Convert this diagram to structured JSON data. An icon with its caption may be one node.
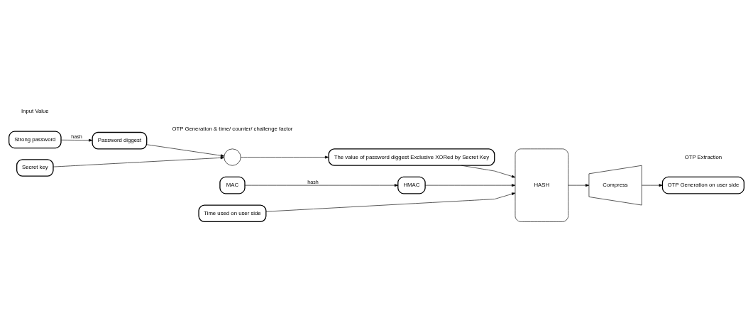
{
  "diagram": {
    "nodes": [
      {
        "text": [
          "Strong password"
        ]
      },
      {
        "text": [
          "Password diggest"
        ]
      },
      {
        "text": [],
        "shape": "circle"
      },
      {
        "text": [
          "The value of password diggest Exclusive XORed by Secret Key"
        ]
      },
      {
        "text": [
          "Secret key"
        ]
      },
      {
        "text": [
          "MAC"
        ]
      },
      {
        "text": [
          "HMAC"
        ]
      },
      {
        "text": [
          "Time used on user side"
        ]
      },
      {
        "text": [
          "HASH"
        ]
      },
      {
        "text": [
          "Compress"
        ]
      },
      {
        "text": [
          "OTP Generation on user side"
        ]
      }
    ],
    "edges": [
      {
        "from": 0,
        "to": 1,
        "arrow": "to",
        "label": "hash"
      },
      {
        "from": 1,
        "to": 2,
        "arrow": "to"
      },
      {
        "from": 4,
        "to": 2,
        "arrow": "to"
      },
      {
        "from": 2,
        "to": 3,
        "arrow": "to"
      },
      {
        "from": 3,
        "to": 8,
        "arrow": "to"
      },
      {
        "from": 5,
        "to": 6,
        "arrow": "to",
        "label": "hash"
      },
      {
        "from": 6,
        "to": 8,
        "arrow": "to"
      },
      {
        "from": 7,
        "to": 8,
        "arrow": "to"
      },
      {
        "from": 8,
        "to": 9,
        "arrow": "to"
      },
      {
        "from": 9,
        "to": 10,
        "arrow": "to"
      }
    ],
    "labels": [
      "Input Value",
      "OTP Generation & time/ counter/ challenge factor",
      "OTP Extraction"
    ]
  }
}
